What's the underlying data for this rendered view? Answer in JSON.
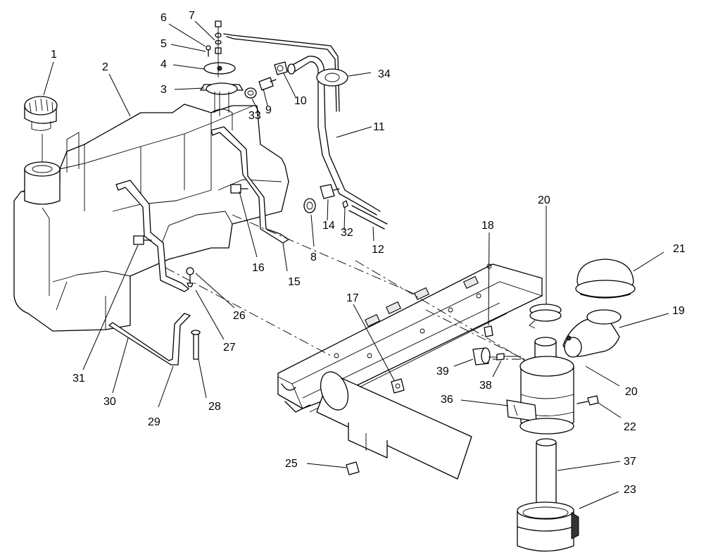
{
  "callouts": {
    "c1": "1",
    "c2": "2",
    "c3": "3",
    "c4": "4",
    "c5": "5",
    "c6": "6",
    "c7": "7",
    "c8": "8",
    "c9": "9",
    "c10": "10",
    "c11": "11",
    "c12": "12",
    "c14": "14",
    "c15": "15",
    "c16": "16",
    "c17": "17",
    "c18": "18",
    "c19": "19",
    "c20a": "20",
    "c20b": "20",
    "c21": "21",
    "c22": "22",
    "c23": "23",
    "c25": "25",
    "c26": "26",
    "c27": "27",
    "c28": "28",
    "c29": "29",
    "c30": "30",
    "c31": "31",
    "c32": "32",
    "c33": "33",
    "c34": "34",
    "c36": "36",
    "c37": "37",
    "c38": "38",
    "c39": "39"
  }
}
